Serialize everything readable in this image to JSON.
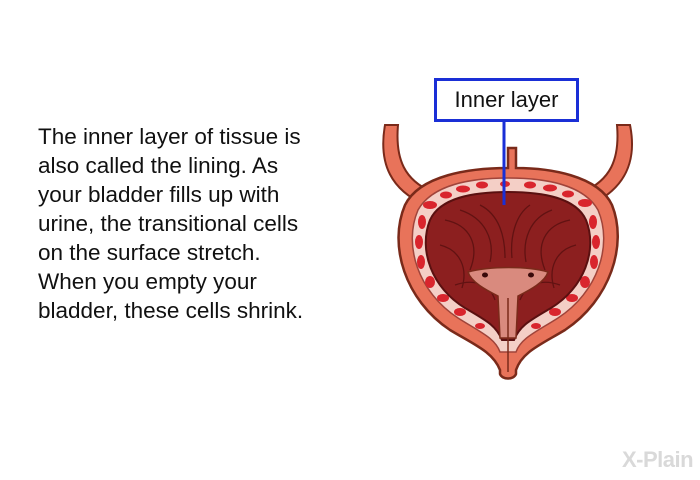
{
  "description_lines": [
    "The inner layer of tissue is",
    "also called the lining. As",
    "your bladder fills up with",
    "urine, the transitional cells",
    "on the surface stretch.",
    "When you empty your",
    "bladder, these cells shrink."
  ],
  "callout": {
    "label": "Inner layer",
    "color": "#1a2fd6"
  },
  "diagram": {
    "outer_wall_color": "#e8735a",
    "outer_wall_stroke": "#7a2a1a",
    "middle_layer_color": "#f4cfc6",
    "blood_spot_color": "#d9252d",
    "lining_color": "#8c1f1f",
    "lining_dark_color": "#5a1010"
  },
  "watermark": "X-Plain"
}
